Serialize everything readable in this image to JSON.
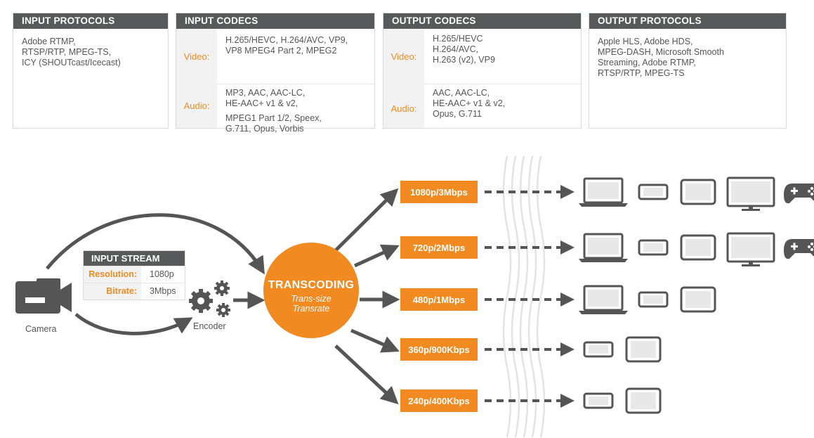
{
  "panels": {
    "input_protocols": {
      "title": "INPUT PROTOCOLS",
      "lines": [
        "Adobe RTMP,",
        "RTSP/RTP, MPEG-TS,",
        "ICY (SHOUTcast/Icecast)"
      ]
    },
    "input_codecs": {
      "title": "INPUT CODECS",
      "video_label": "Video:",
      "video_lines": [
        "H.265/HEVC, H.264/AVC, VP9,",
        "VP8 MPEG4 Part 2, MPEG2"
      ],
      "audio_label": "Audio:",
      "audio_lines": [
        "MP3, AAC, AAC-LC,",
        "HE-AAC+ v1 & v2,",
        "MPEG1 Part 1/2, Speex,",
        "G.711, Opus, Vorbis"
      ]
    },
    "output_codecs": {
      "title": "OUTPUT CODECS",
      "video_label": "Video:",
      "video_lines": [
        "H.265/HEVC",
        "H.264/AVC,",
        "H.263 (v2), VP9"
      ],
      "audio_label": "Audio:",
      "audio_lines": [
        "AAC, AAC-LC,",
        "HE-AAC+ v1 & v2,",
        "Opus, G.711"
      ]
    },
    "output_protocols": {
      "title": "OUTPUT PROTOCOLS",
      "lines": [
        "Apple HLS, Adobe HDS,",
        "MPEG-DASH, Microsoft Smooth",
        "Streaming, Adobe RTMP,",
        "RTSP/RTP, MPEG-TS"
      ]
    }
  },
  "diagram": {
    "camera_label": "Camera",
    "encoder_label": "Encoder",
    "input_stream": {
      "title": "INPUT STREAM",
      "resolution_label": "Resolution:",
      "resolution_value": "1080p",
      "bitrate_label": "Bitrate:",
      "bitrate_value": "3Mbps"
    },
    "transcoding": {
      "title": "TRANSCODING",
      "line1": "Trans-size",
      "line2": "Transrate"
    },
    "renditions": [
      "1080p/3Mbps",
      "720p/2Mbps",
      "480p/1Mbps",
      "360p/900Kbps",
      "240p/400Kbps"
    ],
    "devices": [
      [
        "laptop-icon",
        "phone-icon",
        "tablet-icon",
        "monitor-icon",
        "gamepad-icon"
      ],
      [
        "laptop-icon",
        "phone-icon",
        "tablet-icon",
        "monitor-icon",
        "gamepad-icon"
      ],
      [
        "laptop-icon",
        "phone-icon",
        "tablet-icon"
      ],
      [
        "phone-icon",
        "tablet-icon"
      ],
      [
        "phone-icon",
        "tablet-icon"
      ]
    ]
  },
  "colors": {
    "accent": "#f18a21",
    "dark": "#58595b",
    "icon": "#555555"
  }
}
